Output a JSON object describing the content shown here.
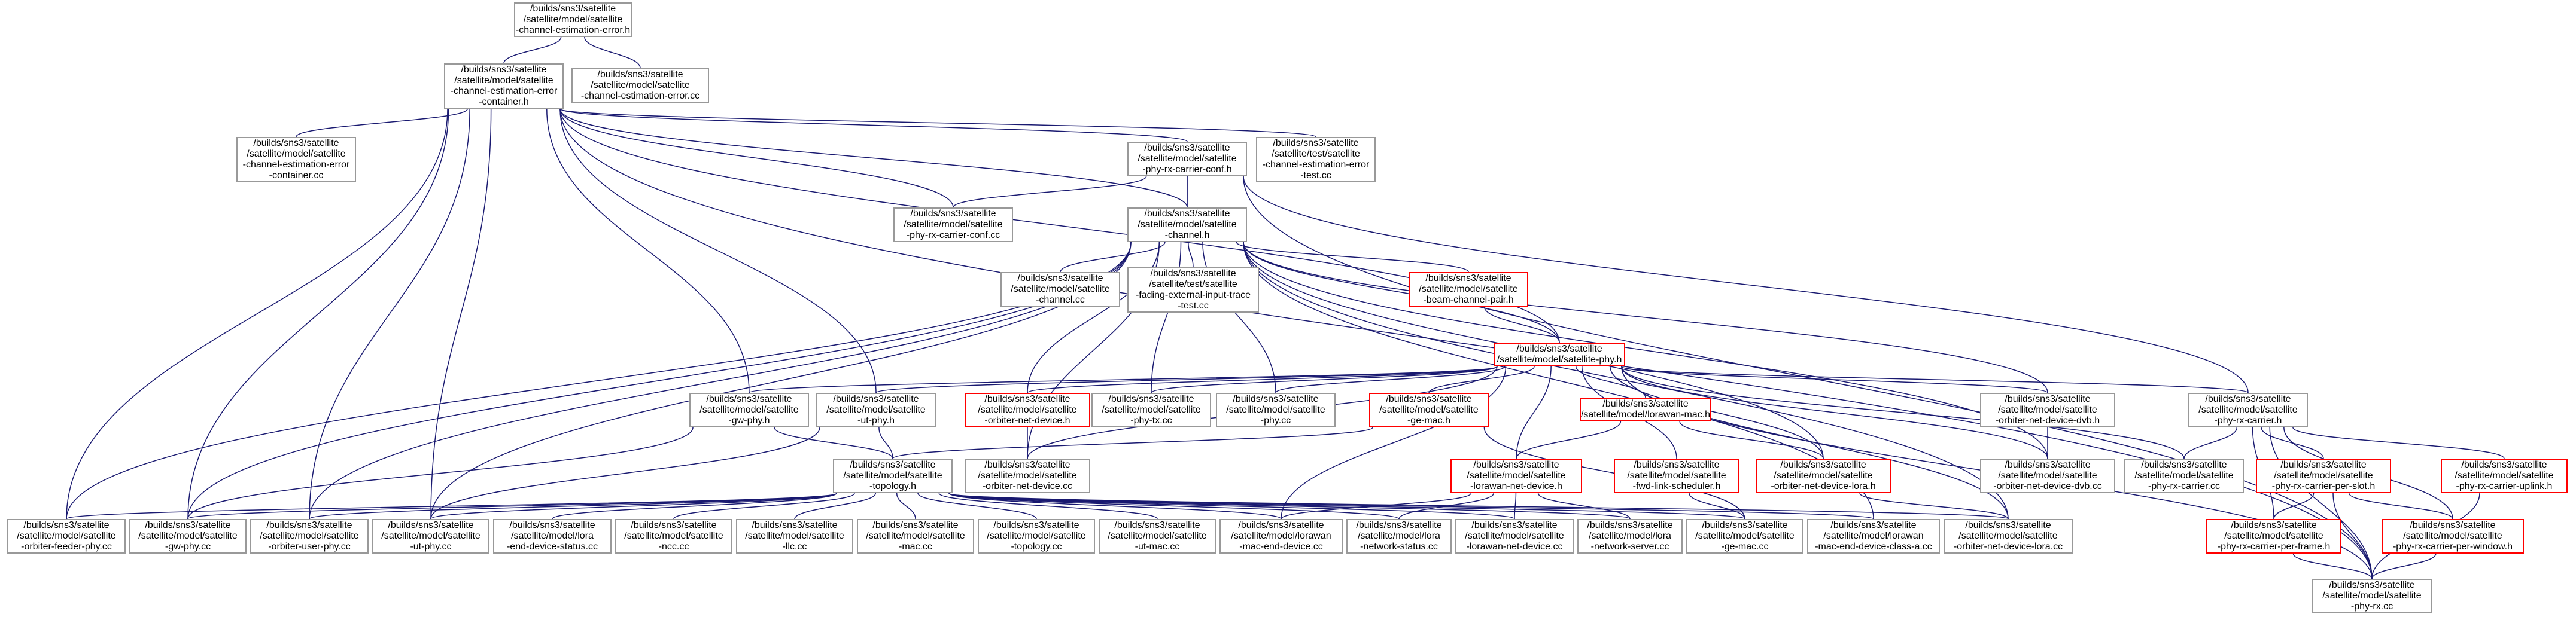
{
  "graph": {
    "edge_color": "#191970",
    "nodes": [
      {
        "id": "n01",
        "label": "/builds/sns3/satellite\n/satellite/model/satellite\n-channel-estimation-error.h",
        "style": "root"
      },
      {
        "id": "n02",
        "label": "/builds/sns3/satellite\n/satellite/model/satellite\n-channel-estimation-error\n-container.h",
        "style": "normal"
      },
      {
        "id": "n03",
        "label": "/builds/sns3/satellite\n/satellite/model/satellite\n-channel-estimation-error.cc",
        "style": "normal"
      },
      {
        "id": "n04",
        "label": "/builds/sns3/satellite\n/satellite/model/satellite\n-channel-estimation-error\n-container.cc",
        "style": "normal"
      },
      {
        "id": "n05",
        "label": "/builds/sns3/satellite\n/satellite/model/satellite\n-phy-rx-carrier-conf.h",
        "style": "normal"
      },
      {
        "id": "n06",
        "label": "/builds/sns3/satellite\n/satellite/test/satellite\n-channel-estimation-error\n-test.cc",
        "style": "normal"
      },
      {
        "id": "n07",
        "label": "/builds/sns3/satellite\n/satellite/model/satellite\n-phy-rx-carrier-conf.cc",
        "style": "normal"
      },
      {
        "id": "n08",
        "label": "/builds/sns3/satellite\n/satellite/model/satellite\n-channel.h",
        "style": "normal"
      },
      {
        "id": "n09",
        "label": "/builds/sns3/satellite\n/satellite/model/satellite\n-channel.cc",
        "style": "normal"
      },
      {
        "id": "n10",
        "label": "/builds/sns3/satellite\n/satellite/test/satellite\n-fading-external-input-trace\n-test.cc",
        "style": "normal"
      },
      {
        "id": "n11",
        "label": "/builds/sns3/satellite\n/satellite/model/satellite\n-beam-channel-pair.h",
        "style": "red"
      },
      {
        "id": "n12",
        "label": "/builds/sns3/satellite\n/satellite/model/satellite-phy.h",
        "style": "red"
      },
      {
        "id": "n13",
        "label": "/builds/sns3/satellite\n/satellite/model/satellite\n-gw-phy.h",
        "style": "normal"
      },
      {
        "id": "n14",
        "label": "/builds/sns3/satellite\n/satellite/model/satellite\n-ut-phy.h",
        "style": "normal"
      },
      {
        "id": "n15",
        "label": "/builds/sns3/satellite\n/satellite/model/satellite\n-orbiter-net-device.h",
        "style": "red"
      },
      {
        "id": "n16",
        "label": "/builds/sns3/satellite\n/satellite/model/satellite\n-phy-tx.cc",
        "style": "normal"
      },
      {
        "id": "n17",
        "label": "/builds/sns3/satellite\n/satellite/model/satellite\n-phy.cc",
        "style": "normal"
      },
      {
        "id": "n18",
        "label": "/builds/sns3/satellite\n/satellite/model/satellite\n-ge-mac.h",
        "style": "red"
      },
      {
        "id": "n19",
        "label": "/builds/sns3/satellite\n/satellite/model/lorawan-mac.h",
        "style": "red"
      },
      {
        "id": "n20",
        "label": "/builds/sns3/satellite\n/satellite/model/satellite\n-orbiter-net-device-dvb.h",
        "style": "normal"
      },
      {
        "id": "n21",
        "label": "/builds/sns3/satellite\n/satellite/model/satellite\n-phy-rx-carrier.h",
        "style": "normal"
      },
      {
        "id": "n22",
        "label": "/builds/sns3/satellite\n/satellite/model/satellite\n-topology.h",
        "style": "normal"
      },
      {
        "id": "n23",
        "label": "/builds/sns3/satellite\n/satellite/model/satellite\n-orbiter-net-device.cc",
        "style": "normal"
      },
      {
        "id": "n24",
        "label": "/builds/sns3/satellite\n/satellite/model/satellite\n-lorawan-net-device.h",
        "style": "red"
      },
      {
        "id": "n25",
        "label": "/builds/sns3/satellite\n/satellite/model/satellite\n-fwd-link-scheduler.h",
        "style": "red"
      },
      {
        "id": "n26",
        "label": "/builds/sns3/satellite\n/satellite/model/satellite\n-orbiter-net-device-lora.h",
        "style": "red"
      },
      {
        "id": "n27",
        "label": "/builds/sns3/satellite\n/satellite/model/satellite\n-orbiter-net-device-dvb.cc",
        "style": "normal"
      },
      {
        "id": "n28",
        "label": "/builds/sns3/satellite\n/satellite/model/satellite\n-phy-rx-carrier.cc",
        "style": "normal"
      },
      {
        "id": "n29",
        "label": "/builds/sns3/satellite\n/satellite/model/satellite\n-phy-rx-carrier-per-slot.h",
        "style": "red"
      },
      {
        "id": "n30",
        "label": "/builds/sns3/satellite\n/satellite/model/satellite\n-phy-rx-carrier-uplink.h",
        "style": "red"
      },
      {
        "id": "n31",
        "label": "/builds/sns3/satellite\n/satellite/model/satellite\n-orbiter-feeder-phy.cc",
        "style": "normal"
      },
      {
        "id": "n32",
        "label": "/builds/sns3/satellite\n/satellite/model/satellite\n-gw-phy.cc",
        "style": "normal"
      },
      {
        "id": "n33",
        "label": "/builds/sns3/satellite\n/satellite/model/satellite\n-orbiter-user-phy.cc",
        "style": "normal"
      },
      {
        "id": "n34",
        "label": "/builds/sns3/satellite\n/satellite/model/satellite\n-ut-phy.cc",
        "style": "normal"
      },
      {
        "id": "n35",
        "label": "/builds/sns3/satellite\n/satellite/model/lora\n-end-device-status.cc",
        "style": "normal"
      },
      {
        "id": "n36",
        "label": "/builds/sns3/satellite\n/satellite/model/satellite\n-ncc.cc",
        "style": "normal"
      },
      {
        "id": "n37",
        "label": "/builds/sns3/satellite\n/satellite/model/satellite\n-llc.cc",
        "style": "normal"
      },
      {
        "id": "n38",
        "label": "/builds/sns3/satellite\n/satellite/model/satellite\n-mac.cc",
        "style": "normal"
      },
      {
        "id": "n39",
        "label": "/builds/sns3/satellite\n/satellite/model/satellite\n-topology.cc",
        "style": "normal"
      },
      {
        "id": "n40",
        "label": "/builds/sns3/satellite\n/satellite/model/satellite\n-ut-mac.cc",
        "style": "normal"
      },
      {
        "id": "n41",
        "label": "/builds/sns3/satellite\n/satellite/model/lorawan\n-mac-end-device.cc",
        "style": "normal"
      },
      {
        "id": "n42",
        "label": "/builds/sns3/satellite\n/satellite/model/lora\n-network-status.cc",
        "style": "normal"
      },
      {
        "id": "n43",
        "label": "/builds/sns3/satellite\n/satellite/model/satellite\n-lorawan-net-device.cc",
        "style": "normal"
      },
      {
        "id": "n44",
        "label": "/builds/sns3/satellite\n/satellite/model/lora\n-network-server.cc",
        "style": "normal"
      },
      {
        "id": "n45",
        "label": "/builds/sns3/satellite\n/satellite/model/satellite\n-ge-mac.cc",
        "style": "normal"
      },
      {
        "id": "n46",
        "label": "/builds/sns3/satellite\n/satellite/model/lorawan\n-mac-end-device-class-a.cc",
        "style": "normal"
      },
      {
        "id": "n47",
        "label": "/builds/sns3/satellite\n/satellite/model/satellite\n-orbiter-net-device-lora.cc",
        "style": "normal"
      },
      {
        "id": "n48",
        "label": "/builds/sns3/satellite\n/satellite/model/satellite\n-phy-rx-carrier-per-frame.h",
        "style": "red"
      },
      {
        "id": "n49",
        "label": "/builds/sns3/satellite\n/satellite/model/satellite\n-phy-rx-carrier-per-window.h",
        "style": "red"
      },
      {
        "id": "n50",
        "label": "/builds/sns3/satellite\n/satellite/model/satellite\n-phy-rx.cc",
        "style": "normal"
      }
    ],
    "edges": [
      [
        "n01",
        "n02"
      ],
      [
        "n01",
        "n03"
      ],
      [
        "n02",
        "n04"
      ],
      [
        "n02",
        "n05"
      ],
      [
        "n02",
        "n06"
      ],
      [
        "n02",
        "n07"
      ],
      [
        "n02",
        "n08"
      ],
      [
        "n02",
        "n12"
      ],
      [
        "n02",
        "n13"
      ],
      [
        "n02",
        "n14"
      ],
      [
        "n02",
        "n31"
      ],
      [
        "n02",
        "n32"
      ],
      [
        "n02",
        "n33"
      ],
      [
        "n02",
        "n34"
      ],
      [
        "n02",
        "n50"
      ],
      [
        "n05",
        "n07"
      ],
      [
        "n05",
        "n08"
      ],
      [
        "n05",
        "n21"
      ],
      [
        "n05",
        "n50"
      ],
      [
        "n08",
        "n05"
      ],
      [
        "n08",
        "n09"
      ],
      [
        "n08",
        "n10"
      ],
      [
        "n08",
        "n11"
      ],
      [
        "n08",
        "n12"
      ],
      [
        "n08",
        "n15"
      ],
      [
        "n08",
        "n16"
      ],
      [
        "n08",
        "n17"
      ],
      [
        "n08",
        "n20"
      ],
      [
        "n08",
        "n23"
      ],
      [
        "n08",
        "n26"
      ],
      [
        "n08",
        "n27"
      ],
      [
        "n08",
        "n31"
      ],
      [
        "n08",
        "n32"
      ],
      [
        "n08",
        "n33"
      ],
      [
        "n08",
        "n34"
      ],
      [
        "n08",
        "n46"
      ],
      [
        "n08",
        "n47"
      ],
      [
        "n11",
        "n12"
      ],
      [
        "n12",
        "n13"
      ],
      [
        "n12",
        "n14"
      ],
      [
        "n12",
        "n15"
      ],
      [
        "n12",
        "n16"
      ],
      [
        "n12",
        "n17"
      ],
      [
        "n12",
        "n18"
      ],
      [
        "n12",
        "n19"
      ],
      [
        "n12",
        "n20"
      ],
      [
        "n12",
        "n21"
      ],
      [
        "n12",
        "n23"
      ],
      [
        "n12",
        "n24"
      ],
      [
        "n12",
        "n25"
      ],
      [
        "n12",
        "n26"
      ],
      [
        "n12",
        "n27"
      ],
      [
        "n12",
        "n28"
      ],
      [
        "n12",
        "n41"
      ],
      [
        "n12",
        "n47"
      ],
      [
        "n12",
        "n50"
      ],
      [
        "n13",
        "n22"
      ],
      [
        "n13",
        "n32"
      ],
      [
        "n14",
        "n22"
      ],
      [
        "n14",
        "n34"
      ],
      [
        "n15",
        "n23"
      ],
      [
        "n18",
        "n22"
      ],
      [
        "n18",
        "n45"
      ],
      [
        "n19",
        "n24"
      ],
      [
        "n19",
        "n26"
      ],
      [
        "n20",
        "n27"
      ],
      [
        "n21",
        "n28"
      ],
      [
        "n21",
        "n29"
      ],
      [
        "n21",
        "n30"
      ],
      [
        "n21",
        "n48"
      ],
      [
        "n21",
        "n49"
      ],
      [
        "n21",
        "n50"
      ],
      [
        "n22",
        "n31"
      ],
      [
        "n22",
        "n32"
      ],
      [
        "n22",
        "n33"
      ],
      [
        "n22",
        "n34"
      ],
      [
        "n22",
        "n35"
      ],
      [
        "n22",
        "n36"
      ],
      [
        "n22",
        "n37"
      ],
      [
        "n22",
        "n38"
      ],
      [
        "n22",
        "n39"
      ],
      [
        "n22",
        "n40"
      ],
      [
        "n22",
        "n41"
      ],
      [
        "n22",
        "n42"
      ],
      [
        "n22",
        "n43"
      ],
      [
        "n22",
        "n44"
      ],
      [
        "n22",
        "n45"
      ],
      [
        "n22",
        "n46"
      ],
      [
        "n22",
        "n47"
      ],
      [
        "n24",
        "n41"
      ],
      [
        "n24",
        "n42"
      ],
      [
        "n24",
        "n43"
      ],
      [
        "n24",
        "n44"
      ],
      [
        "n25",
        "n45"
      ],
      [
        "n26",
        "n47"
      ],
      [
        "n29",
        "n48"
      ],
      [
        "n29",
        "n49"
      ],
      [
        "n29",
        "n50"
      ],
      [
        "n30",
        "n50"
      ],
      [
        "n48",
        "n50"
      ],
      [
        "n49",
        "n50"
      ]
    ]
  }
}
